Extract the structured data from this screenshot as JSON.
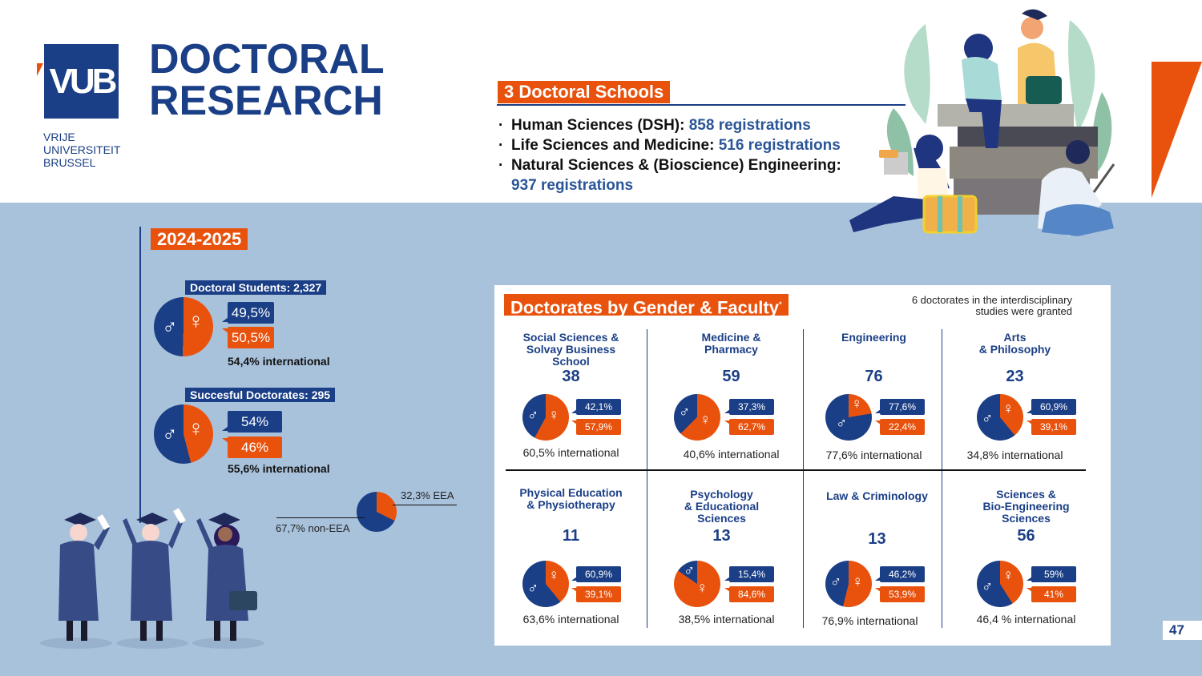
{
  "header": {
    "logo": {
      "mark": "VUB",
      "lines": [
        "VRIJE",
        "UNIVERSITEIT",
        "BRUSSEL"
      ]
    },
    "title_lines": [
      "DOCTORAL",
      "RESEARCH"
    ]
  },
  "schools": {
    "tag": "3 Doctoral Schools",
    "items": [
      {
        "name": "Human Sciences (DSH): ",
        "value": "858 registrations"
      },
      {
        "name": "Life Sciences and Medicine: ",
        "value": "516 registrations"
      },
      {
        "name": "Natural Sciences & (Bioscience) Engineering: ",
        "value": "937 registrations"
      }
    ]
  },
  "year": "2024-2025",
  "doctoral_students": {
    "label": "Doctoral Students: 2,327",
    "male": "49,5%",
    "female": "50,5%",
    "international": "54,4% international"
  },
  "successful_doctorates": {
    "label": "Succesful Doctorates: 295",
    "male": "54%",
    "female": "46%",
    "international": "55,6% international"
  },
  "eea": {
    "eea": "32,3% EEA",
    "non_eea": "67,7% non-EEA"
  },
  "faculty_card": {
    "title": "Doctorates by Gender & Faculty",
    "title_mark": "*",
    "note_lines": [
      "6 doctorates in the interdisciplinary",
      "studies were granted"
    ]
  },
  "symbols": {
    "male": "♂",
    "female": "♀"
  },
  "colors": {
    "male": "#1b3f86",
    "female": "#e8520d",
    "background": "#a9c2dc"
  },
  "page_number": "47",
  "chart_data": [
    {
      "type": "pie",
      "title": "Doctoral Students: 2,327",
      "categories": [
        "Male",
        "Female"
      ],
      "values": [
        49.5,
        50.5
      ],
      "annotation": "54,4% international"
    },
    {
      "type": "pie",
      "title": "Succesful Doctorates: 295",
      "categories": [
        "Male",
        "Female"
      ],
      "values": [
        54,
        46
      ],
      "annotation": "55,6% international"
    },
    {
      "type": "pie",
      "title": "Successful doctorates origin",
      "categories": [
        "EEA",
        "non-EEA"
      ],
      "values": [
        32.3,
        67.7
      ]
    },
    {
      "type": "pie",
      "title": "Doctorates by Gender & Faculty",
      "note": "6 doctorates in the interdisciplinary studies were granted",
      "faculties": [
        {
          "name": "Social Sciences & Solvay Business School",
          "count": 38,
          "male": 42.1,
          "female": 57.9,
          "male_label": "42,1%",
          "female_label": "57,9%",
          "international": "60,5% international"
        },
        {
          "name": "Medicine & Pharmacy",
          "count": 59,
          "male": 37.3,
          "female": 62.7,
          "male_label": "37,3%",
          "female_label": "62,7%",
          "international": "40,6% international"
        },
        {
          "name": "Engineering",
          "count": 76,
          "male": 77.6,
          "female": 22.4,
          "male_label": "77,6%",
          "female_label": "22,4%",
          "international": "77,6% international"
        },
        {
          "name": "Arts & Philosophy",
          "count": 23,
          "male": 60.9,
          "female": 39.1,
          "male_label": "60,9%",
          "female_label": "39,1%",
          "international": "34,8% international"
        },
        {
          "name": "Physical Education & Physiotherapy",
          "count": 11,
          "male": 60.9,
          "female": 39.1,
          "male_label": "60,9%",
          "female_label": "39,1%",
          "international": "63,6% international"
        },
        {
          "name": "Psychology & Educational Sciences",
          "count": 13,
          "male": 15.4,
          "female": 84.6,
          "male_label": "15,4%",
          "female_label": "84,6%",
          "international": "38,5% international"
        },
        {
          "name": "Law & Criminology",
          "count": 13,
          "male": 46.2,
          "female": 53.9,
          "male_label": "46,2%",
          "female_label": "53,9%",
          "international": "76,9% international"
        },
        {
          "name": "Sciences & Bio-Engineering Sciences",
          "count": 56,
          "male": 59,
          "female": 41,
          "male_label": "59%",
          "female_label": "41%",
          "international": "46,4 % international"
        }
      ]
    }
  ],
  "faculty_display": [
    {
      "name_lines": [
        "Social Sciences &",
        "Solvay Business",
        "School"
      ]
    },
    {
      "name_lines": [
        "Medicine &",
        "Pharmacy"
      ]
    },
    {
      "name_lines": [
        "Engineering"
      ]
    },
    {
      "name_lines": [
        "Arts",
        "& Philosophy"
      ]
    },
    {
      "name_lines": [
        "Physical Education",
        "& Physiotherapy"
      ]
    },
    {
      "name_lines": [
        "Psychology",
        "& Educational",
        "Sciences"
      ]
    },
    {
      "name_lines": [
        "Law & Criminology"
      ]
    },
    {
      "name_lines": [
        "Sciences &",
        "Bio-Engineering",
        "Sciences"
      ]
    }
  ]
}
